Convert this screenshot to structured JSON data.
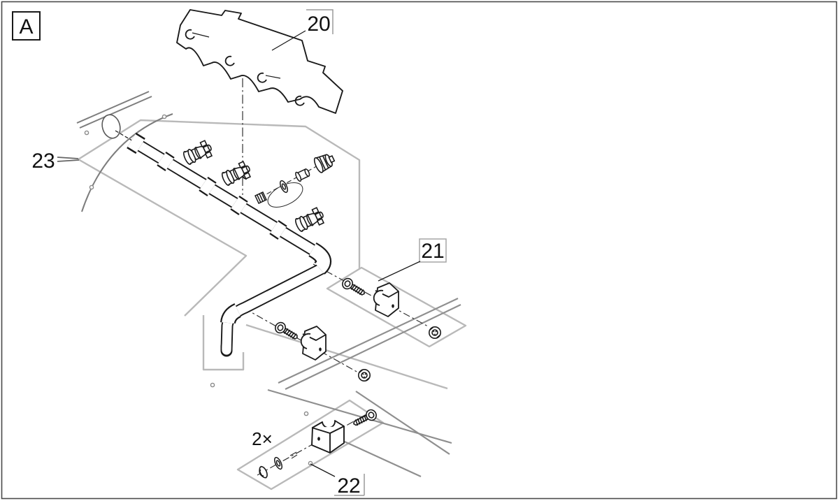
{
  "figure": {
    "type": "exploded-parts-diagram",
    "marker": "A",
    "quantity_note": "2×"
  },
  "labels": {
    "marker": "A",
    "part20": "20",
    "part21": "21",
    "part22": "22",
    "part23": "23",
    "quantity": "2×"
  },
  "parts": [
    {
      "id": "20",
      "callout": "cover-bracket-with-clips"
    },
    {
      "id": "21",
      "callout": "pipe-clamp-kit-screw-clamp-nut"
    },
    {
      "id": "22",
      "callout": "pipe-clamp-kit-screw-clamp-washer-capnut"
    },
    {
      "id": "23",
      "callout": "nozzle-manifold-pipe-assembly"
    }
  ],
  "colors": {
    "background": "#ffffff",
    "ink": "#1a1a1a",
    "panel_gray": "#b9b9b9",
    "rail_gray": "#8f8f8f",
    "dark_gray": "#7d7d7d",
    "page_border": "#4a4a4a"
  }
}
